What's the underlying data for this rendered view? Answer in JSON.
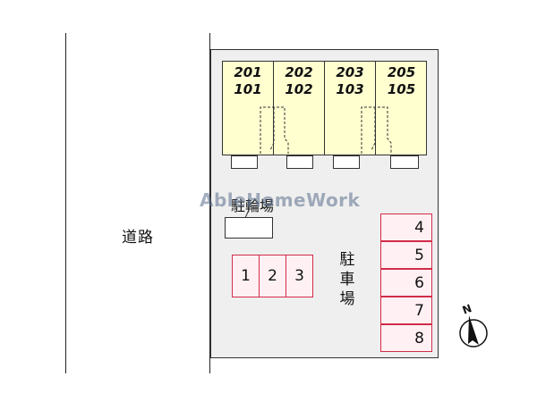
{
  "road": {
    "label": "道路"
  },
  "building": {
    "units": [
      {
        "upper": "201",
        "lower": "101"
      },
      {
        "upper": "202",
        "lower": "102"
      },
      {
        "upper": "203",
        "lower": "103"
      },
      {
        "upper": "205",
        "lower": "105"
      }
    ]
  },
  "bicycle_parking": {
    "label": "駐輪場"
  },
  "parking": {
    "label": [
      "駐",
      "車",
      "場"
    ],
    "left_stalls": [
      "1",
      "2",
      "3"
    ],
    "right_stalls": [
      "4",
      "5",
      "6",
      "7",
      "8"
    ],
    "stall_color": "#d22c48"
  },
  "compass": {
    "letter": "N"
  },
  "watermark": "AbleHomeWork"
}
